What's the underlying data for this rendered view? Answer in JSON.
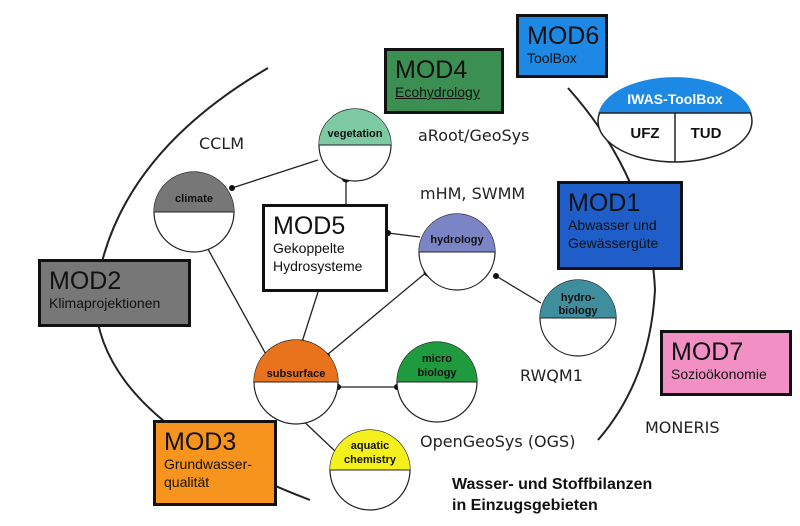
{
  "modules": [
    {
      "id": "mod6",
      "title": "MOD6",
      "subtitle": "ToolBox",
      "color": "#1e88e5"
    },
    {
      "id": "mod4",
      "title": "MOD4",
      "subtitle": "Ecohydrology",
      "color": "#3c8f53"
    },
    {
      "id": "mod1",
      "title": "MOD1",
      "subtitle": [
        "Abwasser und",
        "Gewässergüte"
      ],
      "color": "#1f5ec8"
    },
    {
      "id": "mod5",
      "title": "MOD5",
      "subtitle": [
        "Gekoppelte",
        "Hydrosysteme"
      ],
      "color": "#ffffff"
    },
    {
      "id": "mod2",
      "title": "MOD2",
      "subtitle": "Klimaprojektionen",
      "color": "#777777"
    },
    {
      "id": "mod7",
      "title": "MOD7",
      "subtitle": "Sozioökonomie",
      "color": "#f28fc4"
    },
    {
      "id": "mod3",
      "title": "MOD3",
      "subtitle": [
        "Grundwasser-",
        "qualität"
      ],
      "color": "#f7941d"
    }
  ],
  "nodes": {
    "vegetation": {
      "label": "vegetation",
      "color": "#7cc9a3"
    },
    "climate": {
      "label": "climate",
      "color": "#777777"
    },
    "hydrology": {
      "label": "hydrology",
      "color": "#7b84c4"
    },
    "hydrobiology": {
      "label": [
        "hydro-",
        "biology"
      ],
      "color": "#3f8e9e"
    },
    "subsurface": {
      "label": "subsurface",
      "color": "#e9731c"
    },
    "microbiology": {
      "label": [
        "micro",
        "biology"
      ],
      "color": "#1f9a3f"
    },
    "aquatic": {
      "label": [
        "aquatic",
        "chemistry"
      ],
      "color": "#f4f01e"
    }
  },
  "toolbox": {
    "title": "IWAS-ToolBox",
    "left": "UFZ",
    "right": "TUD",
    "color": "#1e88e5"
  },
  "models": {
    "cclm": "CCLM",
    "aroot": "aRoot/GeoSys",
    "mhm": "mHM, SWMM",
    "rwqm": "RWQM1",
    "ogs": "OpenGeoSys (OGS)",
    "moneris": "MONERIS"
  },
  "caption": {
    "line1": "Wasser- und Stoffbilanzen",
    "line2": "in Einzugsgebieten"
  }
}
